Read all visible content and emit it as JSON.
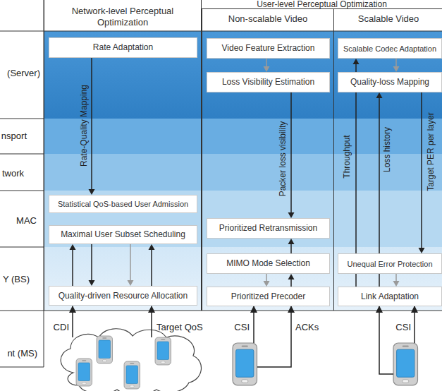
{
  "diagram": {
    "nodes": [
      {
        "text": [
          "Network-level Perceptual Optimization"
        ]
      },
      {
        "text": [
          "User-level Perceptual Optimization"
        ]
      },
      {
        "text": [
          "Non-scalable Video"
        ],
        "in": 1
      },
      {
        "text": [
          "Scalable Video"
        ],
        "in": 1
      },
      {
        "text": [
          "Rate Adaptation"
        ],
        "in": 0
      },
      {
        "text": [
          "Video Feature Extraction"
        ],
        "in": 2
      },
      {
        "text": [
          "Scalable Codec Adaptation"
        ],
        "in": 3
      },
      {
        "text": [
          "Loss Visibility Estimation"
        ],
        "in": 2
      },
      {
        "text": [
          "Quality-loss Mapping"
        ],
        "in": 3
      },
      {
        "text": [
          "Statistical QoS-based User Admission"
        ],
        "in": 0
      },
      {
        "text": [
          "Prioritized Retransmission"
        ],
        "in": 2
      },
      {
        "text": [
          "Maximal User Subset Scheduling"
        ],
        "in": 0
      },
      {
        "text": [
          "MIMO Mode Selection"
        ],
        "in": 2
      },
      {
        "text": [
          "Unequal Error Protection"
        ],
        "in": 3
      },
      {
        "text": [
          "Quality-driven Resource Allocation"
        ],
        "in": 0
      },
      {
        "text": [
          "Prioritized Precoder"
        ],
        "in": 2
      },
      {
        "text": [
          "Link Adaptation"
        ],
        "in": 3
      }
    ],
    "edges": [
      {
        "from": 4,
        "to": 9,
        "label": "Rate-Quality Mapping",
        "arrow": "to"
      },
      {
        "from": 14,
        "to": 11,
        "arrow": "to"
      },
      {
        "from": 11,
        "to": 14,
        "arrow": "to"
      },
      {
        "from": 11,
        "to": 14,
        "arrow": "to"
      },
      {
        "from": 14,
        "to": 11,
        "arrow": "to"
      },
      {
        "from": 5,
        "to": 7,
        "arrow": "to"
      },
      {
        "from": 7,
        "to": 10,
        "label": "Packer loss visibility",
        "arrow": "to"
      },
      {
        "from": 12,
        "to": 15,
        "arrow": "to"
      },
      {
        "from": 15,
        "to": 12,
        "arrow": "to"
      },
      {
        "from": 12,
        "to": 10,
        "arrow": "to"
      },
      {
        "from": 6,
        "to": 8,
        "arrow": "to"
      },
      {
        "from": 16,
        "to": 6,
        "label": "Throughput",
        "arrow": "to"
      },
      {
        "from": 16,
        "to": 8,
        "label": "Loss history",
        "arrow": "to"
      },
      {
        "from": 8,
        "to": 13,
        "label": "Target PER per layer",
        "arrow": "to"
      },
      {
        "from": 13,
        "to": 16,
        "arrow": "to"
      }
    ],
    "labels": [
      "(Server)",
      "nsport",
      "twork",
      "MAC",
      "Y (BS)",
      "nt (MS)",
      "CDI",
      "Target QoS",
      "CSI",
      "ACKs",
      "CSI"
    ]
  }
}
